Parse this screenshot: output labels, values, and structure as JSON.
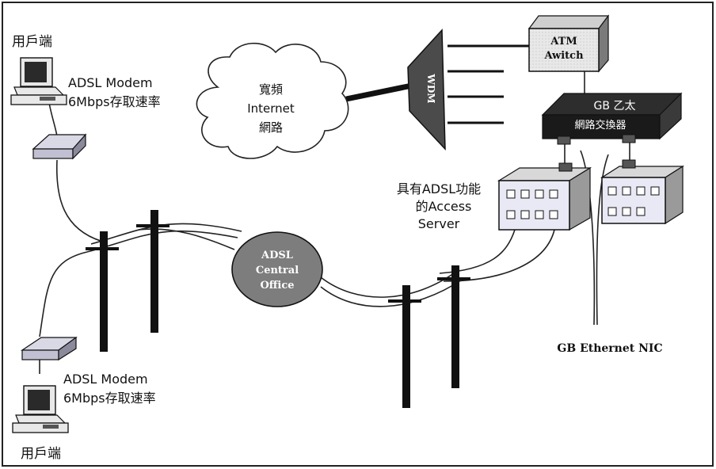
{
  "diagram": {
    "client_top": {
      "label": "用戶端"
    },
    "client_bottom": {
      "label": "用戶端"
    },
    "modem_top": {
      "line1": "ADSL Modem",
      "line2": "6Mbps存取速率"
    },
    "modem_bottom": {
      "line1": "ADSL Modem",
      "line2": "6Mbps存取速率"
    },
    "cloud": {
      "line1": "寬頻",
      "line2": "Internet",
      "line3": "網路"
    },
    "wdm": {
      "label": "WDM"
    },
    "atm_switch": {
      "line1": "ATM",
      "line2": "Awitch"
    },
    "gb_switch": {
      "line1": "GB 乙太",
      "line2": "網路交換器"
    },
    "access_server": {
      "line1": "具有ADSL功能",
      "line2": "的Access",
      "line3": "Server"
    },
    "central_office": {
      "line1": "ADSL",
      "line2": "Central",
      "line3": "Office"
    },
    "nic": {
      "label": "GB Ethernet NIC"
    }
  }
}
